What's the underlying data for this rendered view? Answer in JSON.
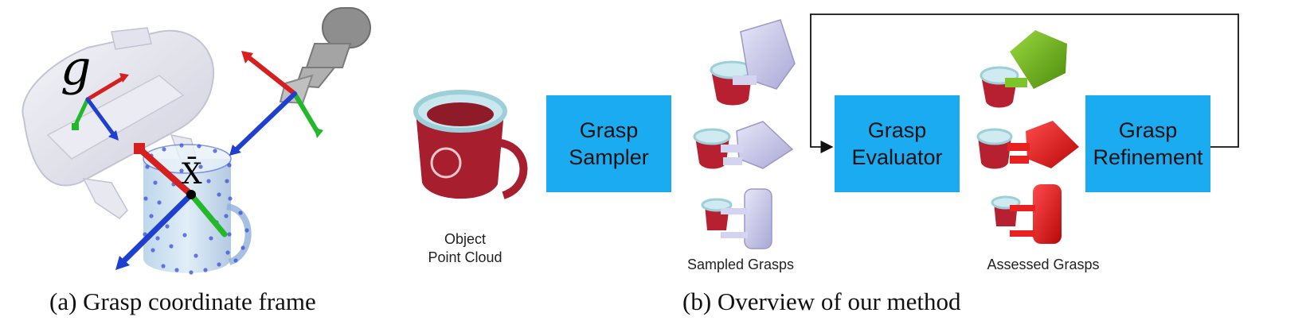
{
  "panel_a": {
    "caption": "(a) Grasp coordinate frame",
    "label_g": "g",
    "label_x": "X̄"
  },
  "panel_b": {
    "caption": "(b) Overview of our method",
    "object_label_line1": "Object",
    "object_label_line2": "Point Cloud",
    "sampler": {
      "line1": "Grasp",
      "line2": "Sampler"
    },
    "evaluator": {
      "line1": "Grasp",
      "line2": "Evaluator"
    },
    "refinement": {
      "line1": "Grasp",
      "line2": "Refinement"
    },
    "sampled_label": "Sampled Grasps",
    "assessed_label": "Assessed Grasps"
  },
  "colors": {
    "box": "#1aabf0",
    "axis_red": "#d62020",
    "axis_green": "#22b82a",
    "axis_blue": "#1f3fd0",
    "gripper_lavender": "#c9c8ec",
    "grasp_green": "#6cb81a",
    "grasp_red": "#e01818",
    "mug_red": "#b0202e"
  }
}
